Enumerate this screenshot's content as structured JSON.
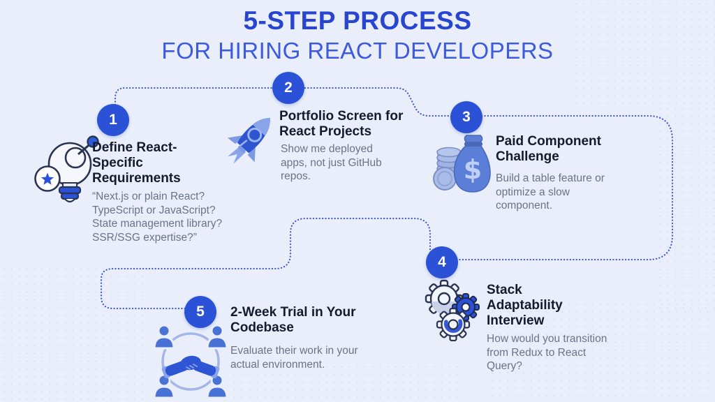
{
  "header": {
    "title": "5-STEP PROCESS",
    "subtitle": "FOR HIRING REACT DEVELOPERS"
  },
  "colors": {
    "background": "#e9eefa",
    "title_blue": "#2845cf",
    "subtitle_blue": "#3c5ade",
    "badge_blue": "#2b52d6",
    "heading_dark": "#151a2d",
    "body_gray": "#6b7386",
    "connector_blue": "#3d55cc"
  },
  "steps": [
    {
      "number": "1",
      "icon": "lightbulb-idea-icon",
      "title": "Define React-Specific Requirements",
      "description": "“Next.js or plain React? TypeScript or JavaScript? State management library? SSR/SSG expertise?”"
    },
    {
      "number": "2",
      "icon": "rocket-icon",
      "title": "Portfolio Screen for React Projects",
      "description": "Show me deployed apps, not just GitHub repos."
    },
    {
      "number": "3",
      "icon": "money-bag-icon",
      "title": "Paid Component Challenge",
      "description": "Build a table feature or optimize a slow component."
    },
    {
      "number": "4",
      "icon": "gears-icon",
      "title": "Stack Adaptability Interview",
      "description": "How would you transition from Redux to React Query?"
    },
    {
      "number": "5",
      "icon": "team-handshake-icon",
      "title": "2-Week Trial in Your Codebase",
      "description": "Evaluate their work in your actual environment."
    }
  ]
}
